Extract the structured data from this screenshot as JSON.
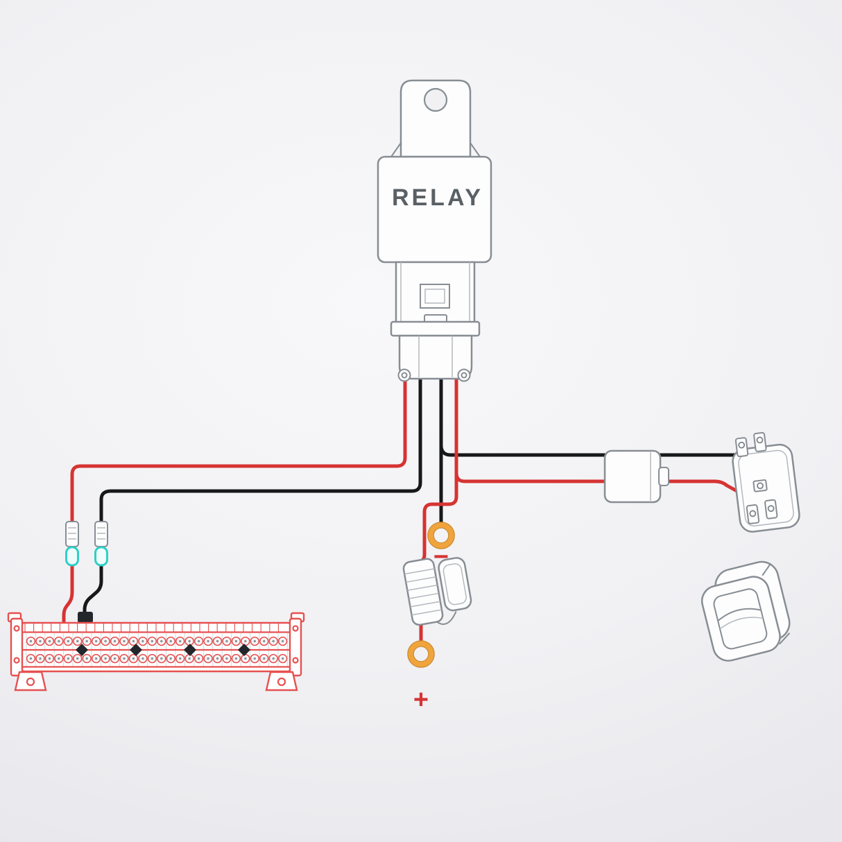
{
  "diagram": {
    "type": "wiring-diagram",
    "relay": {
      "label": "RELAY"
    },
    "terminals": {
      "negative_label": "−",
      "positive_label": "+"
    },
    "light_bar": {
      "rows": 2,
      "leds_per_row": 28,
      "dark_pods": 4
    },
    "colors": {
      "wire_red": "#d63333",
      "wire_black": "#17181a",
      "outline_gray": "#878d93",
      "connector_teal": "#2fcfc6",
      "ring_amber": "#f0a43c",
      "lightbar_red": "#e65050",
      "label_red": "#d63333",
      "relay_text": "#5a6064"
    },
    "components": [
      {
        "id": "relay",
        "name": "Relay with mounting tab"
      },
      {
        "id": "relay-socket",
        "name": "Relay socket connector"
      },
      {
        "id": "quick-disconnects",
        "name": "Quick-disconnect terminals with teal heat shrink"
      },
      {
        "id": "led-light-bar",
        "name": "Dual-row LED light bar"
      },
      {
        "id": "negative-ring-terminal",
        "name": "Battery negative ring terminal",
        "label": "−"
      },
      {
        "id": "inline-fuse-holder",
        "name": "Inline fuse holder"
      },
      {
        "id": "positive-ring-terminal",
        "name": "Battery positive ring terminal",
        "label": "+"
      },
      {
        "id": "switch-connector",
        "name": "Switch plug connector"
      },
      {
        "id": "rocker-switch-back",
        "name": "Rocker switch terminal side"
      },
      {
        "id": "rocker-switch-front",
        "name": "Rocker switch front view"
      }
    ],
    "wires": [
      {
        "color": "red",
        "from": "relay",
        "to": "led-light-bar"
      },
      {
        "color": "black",
        "from": "relay",
        "to": "led-light-bar"
      },
      {
        "color": "black",
        "from": "relay",
        "to": "negative-ring-terminal"
      },
      {
        "color": "black",
        "from": "relay",
        "to": "rocker-switch-back"
      },
      {
        "color": "red",
        "from": "relay",
        "to": "rocker-switch-back",
        "via": "switch-connector"
      },
      {
        "color": "red",
        "from": "relay",
        "to": "positive-ring-terminal",
        "via": "inline-fuse-holder"
      }
    ]
  }
}
